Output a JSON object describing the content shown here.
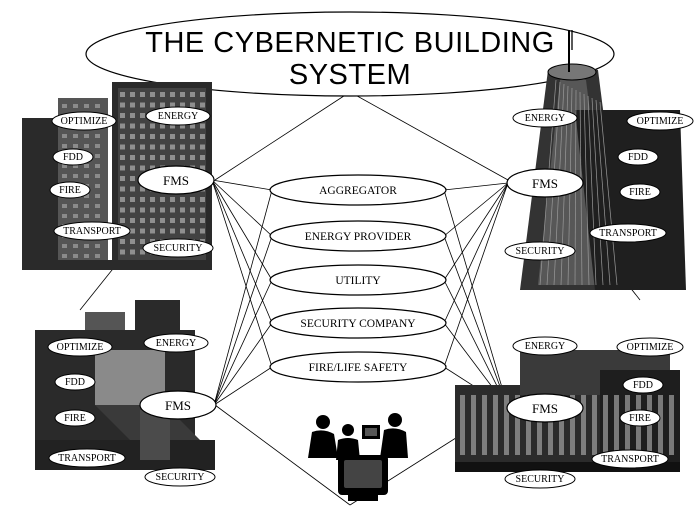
{
  "title": {
    "line1": "THE   CYBERNETIC BUILDING",
    "line2": "SYSTEM"
  },
  "central_services": [
    "AGGREGATOR",
    "ENERGY PROVIDER",
    "UTILITY",
    "SECURITY COMPANY",
    "FIRE/LIFE SAFETY"
  ],
  "buildings": {
    "top_left": {
      "fms": "FMS",
      "subsystems": [
        "OPTIMIZE",
        "ENERGY",
        "FDD",
        "FIRE",
        "TRANSPORT",
        "SECURITY"
      ]
    },
    "top_right": {
      "fms": "FMS",
      "subsystems": [
        "ENERGY",
        "OPTIMIZE",
        "FDD",
        "FIRE",
        "TRANSPORT",
        "SECURITY"
      ]
    },
    "bottom_left": {
      "fms": "FMS",
      "subsystems": [
        "OPTIMIZE",
        "ENERGY",
        "FDD",
        "FIRE",
        "TRANSPORT",
        "SECURITY"
      ]
    },
    "bottom_right": {
      "fms": "FMS",
      "subsystems": [
        "ENERGY",
        "OPTIMIZE",
        "FDD",
        "FIRE",
        "TRANSPORT",
        "SECURITY"
      ]
    }
  },
  "colors": {
    "line": "#000000",
    "background": "#ffffff",
    "building_dark": "#2a2a2a"
  },
  "icons": [
    "office-tower-icon",
    "cylindrical-tower-icon",
    "factory-complex-icon",
    "campus-building-icon",
    "users-at-computer-icon"
  ]
}
